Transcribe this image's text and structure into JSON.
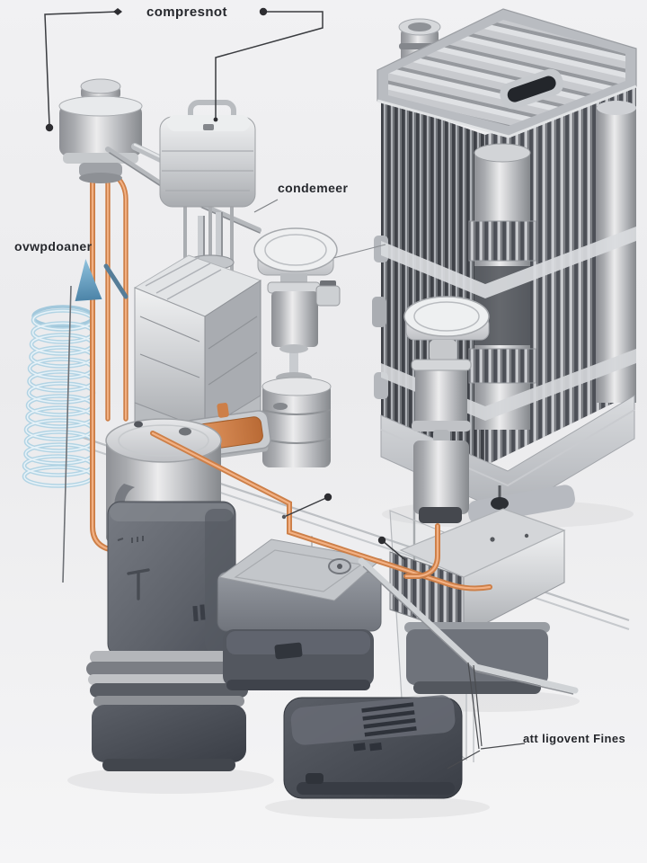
{
  "labels": {
    "compressor": "compresnot",
    "condenser": "condemeer",
    "evaporator": "ovwpdoaner",
    "refrigerant_lines": "att ligovent Fines"
  },
  "colors": {
    "background": "#efeff1",
    "metal_light": "#d9dbde",
    "metal_dark": "#4b4e55",
    "dark_box": "#4d515a",
    "copper_tube": "#cd7f48",
    "copper_highlight": "#f2b184",
    "coil_blue": "#aed2e4",
    "arrow_blue": "#5d92b4",
    "leader_line": "#3a3c40",
    "label_text": "#26282d"
  },
  "components": [
    "compressor-canister",
    "top-box-unit",
    "finned-condenser-tower",
    "disc-valve-stack",
    "left-tank-unit",
    "dome-vessel",
    "filter-barrel",
    "evaporator-coil",
    "copper-tray",
    "receiver-cylinder",
    "dark-tower-unit",
    "stacked-base-unit",
    "mid-box-unit",
    "bottom-slotted-box",
    "finned-side-box",
    "refrigerant-tubing",
    "support-rails",
    "flow-arrow"
  ]
}
